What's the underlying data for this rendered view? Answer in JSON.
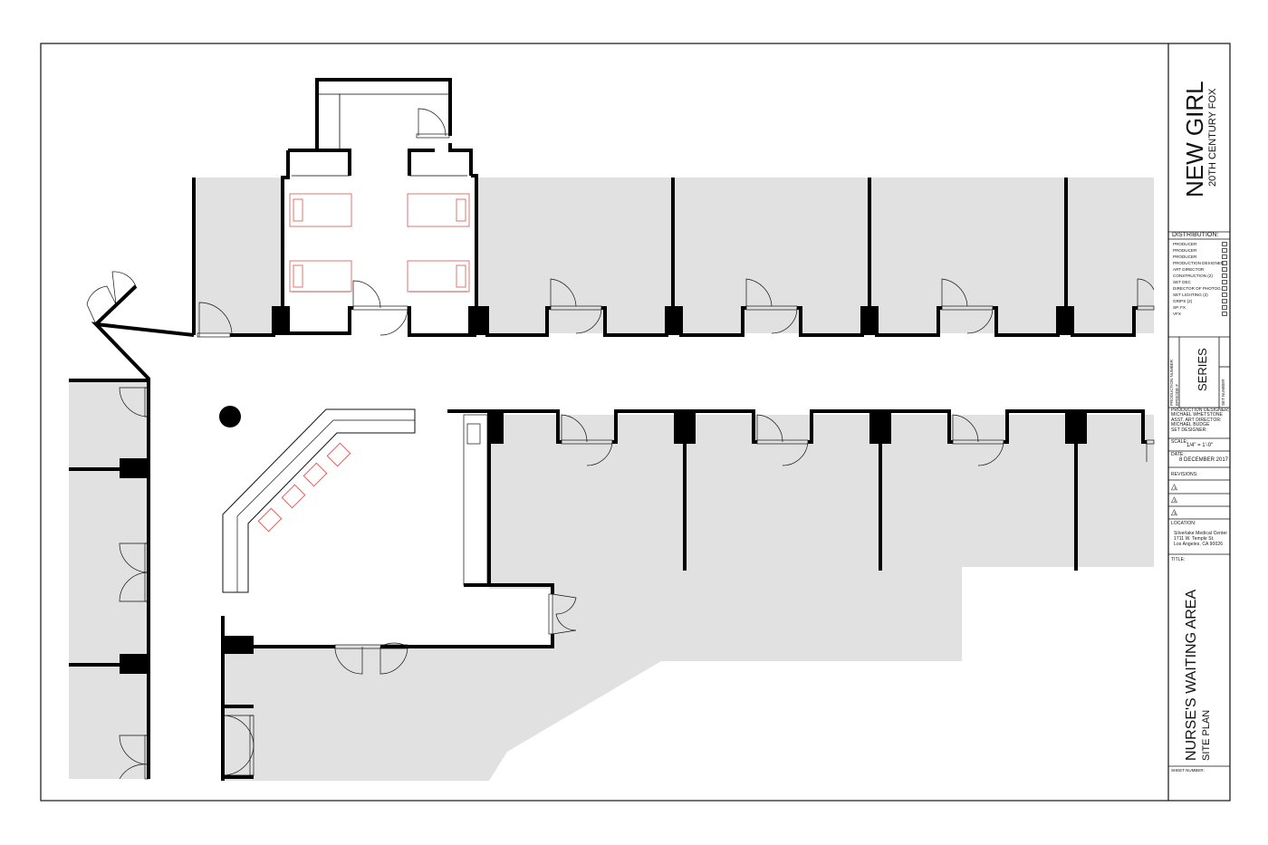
{
  "title_block": {
    "show_title": "NEW GIRL",
    "studio": "20TH CENTURY FOX",
    "distribution_header": "DISTRIBUTION:",
    "distribution": [
      "PRODUCER",
      "PRODUCER",
      "PRODUCER",
      "PRODUCTION DESIGNER",
      "ART DIRECTOR",
      "CONSTRUCTION (2)",
      "SET DEC",
      "DIRECTOR OF PHOTOG.",
      "SET LIGHTING (2)",
      "GRIPS (2)",
      "SP. FX",
      "VFX"
    ],
    "production_number_label": "PRODUCTION NUMBER",
    "episode_label": "EPISODE #",
    "series": "SERIES",
    "set_number_label": "SET NUMBER",
    "production_designer_label": "PRODUCTION DESIGNER:",
    "production_designer": "MICHAEL WHETSTONE",
    "asst_art_director_label": "ASST. ART DIRECTOR:",
    "asst_art_director": "MICHAEL BUDGE",
    "set_designer_label": "SET DESIGNER:",
    "scale_label": "SCALE:",
    "scale": "1/4\" = 1'-0\"",
    "date_label": "DATE:",
    "date": "8 DECEMBER 2017",
    "revisions_label": "REVISIONS:",
    "revision_marks": [
      "1",
      "2",
      "3"
    ],
    "location_label": "LOCATION:",
    "location_lines": [
      "Silverlake Medical Center",
      "1711 W. Temple St.",
      "Los Angeles, CA 90026"
    ],
    "title_label": "TITLE:",
    "sheet_title": "NURSE'S WAITING AREA",
    "sheet_subtitle": "SITE PLAN",
    "sheet_number_label": "SHEET NUMBER:"
  },
  "colors": {
    "wall": "#000000",
    "floor_fill": "#e1e1e1",
    "furniture": "#d9534f",
    "line": "#111111"
  }
}
